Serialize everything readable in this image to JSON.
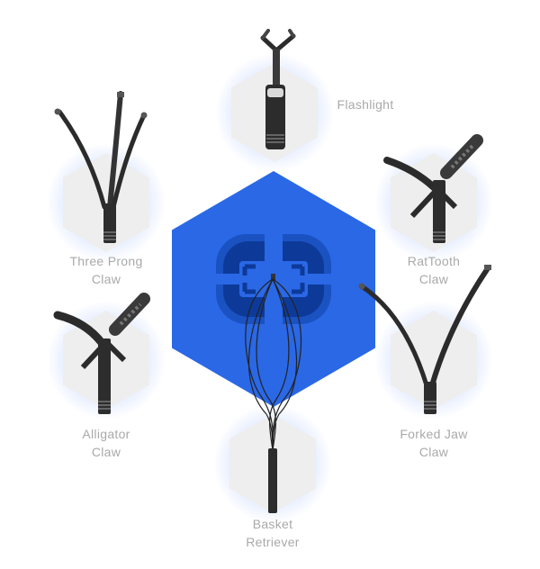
{
  "colors": {
    "center_hex": "#2a68e6",
    "logo_dark": "#0d3a99",
    "logo_mid": "#1e5ccc",
    "hex_tile": "#eeeeee",
    "glow": "#7aa0ff",
    "label_text": "#a9a9a9",
    "metal": "#2b2b2b"
  },
  "center": {
    "icon": "device-logo-icon"
  },
  "tools": [
    {
      "id": "flashlight",
      "icon": "flashlight-icon",
      "label_lines": [
        "Flashlight"
      ]
    },
    {
      "id": "three-prong-claw",
      "icon": "three-prong-claw-icon",
      "label_lines": [
        "Three Prong",
        "Claw"
      ]
    },
    {
      "id": "rattooth-claw",
      "icon": "rattooth-claw-icon",
      "label_lines": [
        "RatTooth",
        "Claw"
      ]
    },
    {
      "id": "alligator-claw",
      "icon": "alligator-claw-icon",
      "label_lines": [
        "Alligator",
        "Claw"
      ]
    },
    {
      "id": "forked-jaw-claw",
      "icon": "forked-jaw-claw-icon",
      "label_lines": [
        "Forked Jaw",
        "Claw"
      ]
    },
    {
      "id": "basket-retriever",
      "icon": "basket-retriever-icon",
      "label_lines": [
        "Basket",
        "Retriever"
      ]
    }
  ]
}
